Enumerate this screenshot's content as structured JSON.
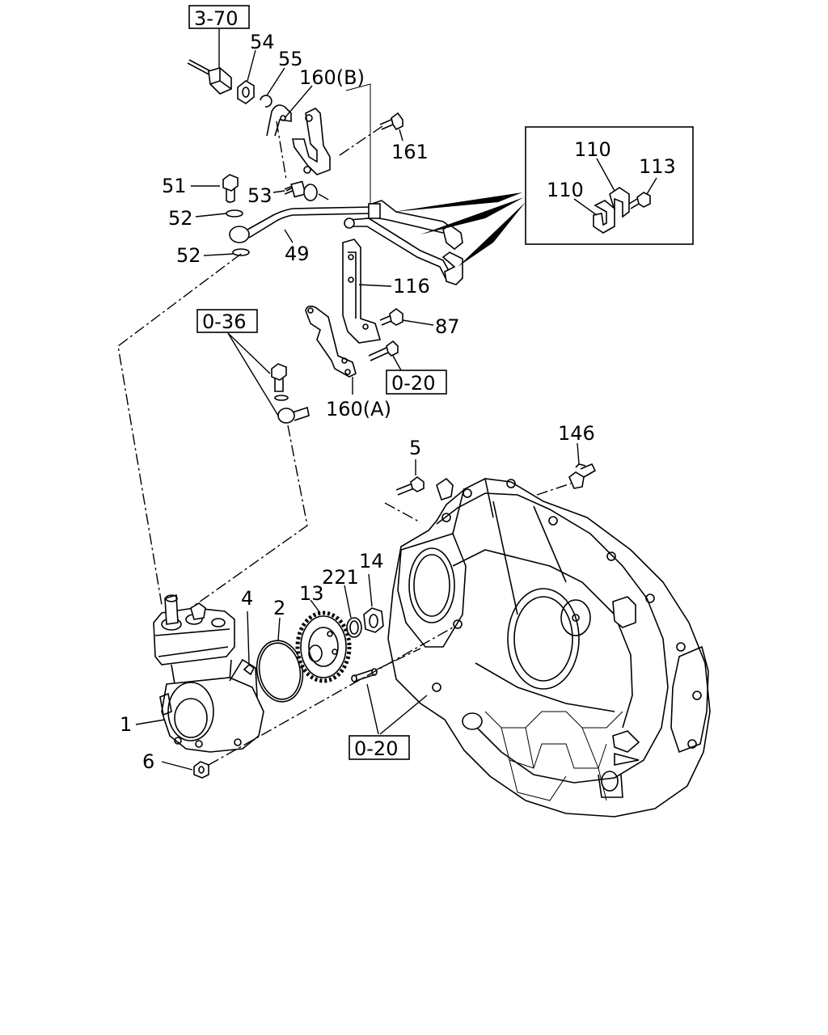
{
  "refs": {
    "r370": "3-70",
    "r036": "0-36",
    "r020a": "0-20",
    "r020b": "0-20"
  },
  "labels": {
    "p54": "54",
    "p55": "55",
    "p160b": "160(B)",
    "p161": "161",
    "p51": "51",
    "p53": "53",
    "p52a": "52",
    "p52b": "52",
    "p49": "49",
    "p116": "116",
    "p87": "87",
    "p160a": "160(A)",
    "p110a": "110",
    "p110b": "110",
    "p113": "113",
    "p5": "5",
    "p146": "146",
    "p4": "4",
    "p2": "2",
    "p13": "13",
    "p221": "221",
    "p14": "14",
    "p1": "1",
    "p6": "6"
  }
}
